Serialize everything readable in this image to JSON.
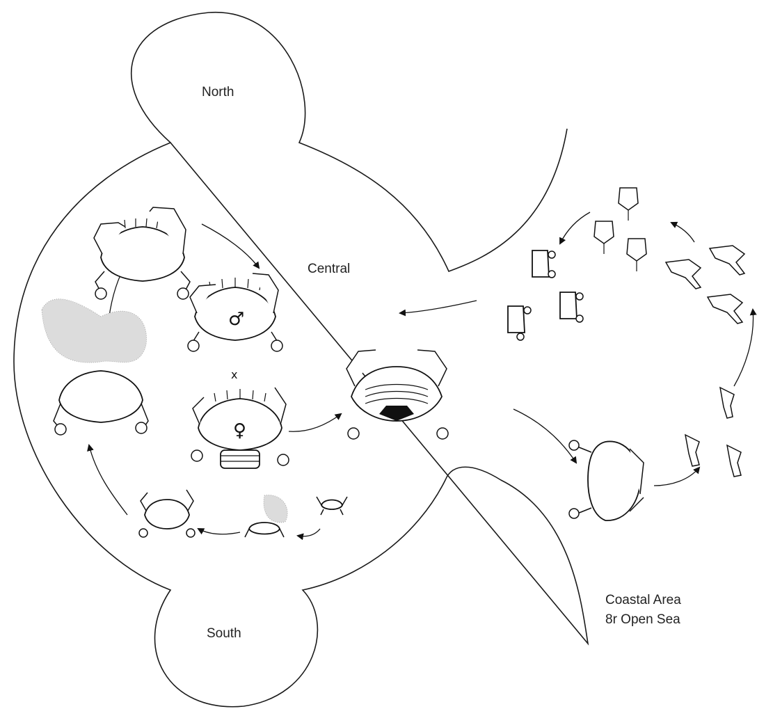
{
  "regions": {
    "north": "North",
    "central": "Central",
    "south": "South",
    "coastal_line1": "Coastal Area",
    "coastal_line2": "8r Open Sea"
  },
  "symbols": {
    "male": "♂",
    "female": "♀",
    "cross": "x"
  }
}
